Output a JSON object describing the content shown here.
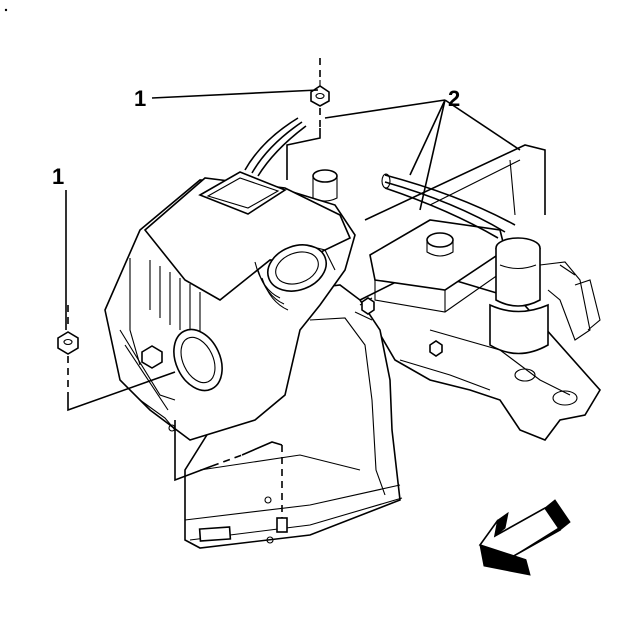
{
  "callouts": {
    "label_1a": "1",
    "label_1b": "1",
    "label_2": "2"
  },
  "colors": {
    "line": "#000000",
    "background": "#ffffff"
  },
  "icons": {
    "direction_arrow": "front-direction-arrow-icon"
  }
}
